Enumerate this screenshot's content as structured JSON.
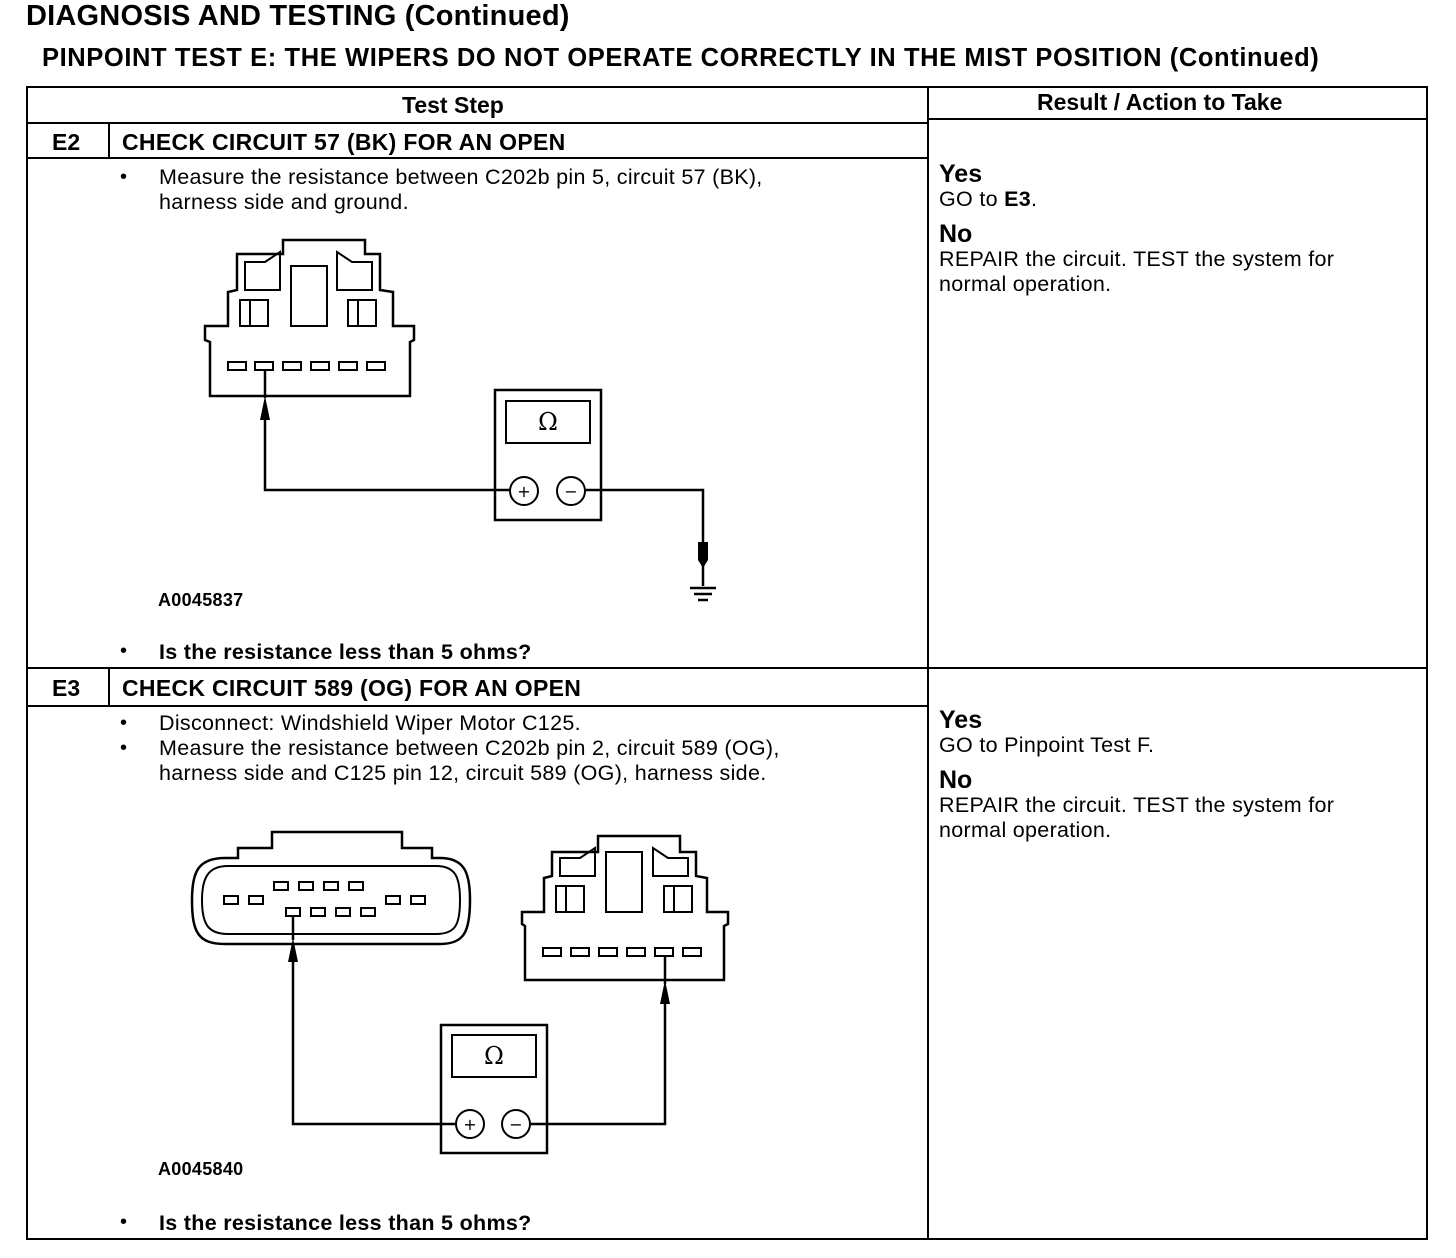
{
  "header": {
    "title": "DIAGNOSIS AND TESTING (Continued)",
    "subtitle": "PINPOINT TEST E: THE WIPERS DO NOT OPERATE CORRECTLY IN THE MIST POSITION (Continued)"
  },
  "table": {
    "col_test_step": "Test Step",
    "col_result": "Result / Action to Take"
  },
  "steps": [
    {
      "id": "E2",
      "title": "CHECK CIRCUIT 57 (BK) FOR AN OPEN",
      "instructions": [
        [
          "Measure the resistance between C202b pin 5, circuit 57 (BK),",
          "harness side and ground."
        ]
      ],
      "figure_id": "A0045837",
      "meter_symbol": "Ω",
      "plus_symbol": "+",
      "minus_symbol": "−",
      "question": "Is the resistance less than 5 ohms?",
      "yes_label": "Yes",
      "yes_prefix": "GO to ",
      "yes_target": "E3",
      "yes_suffix": ".",
      "no_label": "No",
      "no_text": [
        "REPAIR the circuit. TEST the system for",
        "normal operation."
      ]
    },
    {
      "id": "E3",
      "title": "CHECK CIRCUIT 589 (OG) FOR AN OPEN",
      "instructions": [
        [
          "Disconnect: Windshield Wiper Motor C125."
        ],
        [
          "Measure the resistance between C202b pin 2, circuit 589 (OG),",
          "harness side and C125 pin 12, circuit 589 (OG), harness side."
        ]
      ],
      "figure_id": "A0045840",
      "meter_symbol": "Ω",
      "plus_symbol": "+",
      "minus_symbol": "−",
      "question": "Is the resistance less than 5 ohms?",
      "yes_label": "Yes",
      "yes_text": "GO to Pinpoint Test F.",
      "no_label": "No",
      "no_text": [
        "REPAIR the circuit. TEST the system for",
        "normal operation."
      ]
    }
  ],
  "bullet_symbol": "•"
}
